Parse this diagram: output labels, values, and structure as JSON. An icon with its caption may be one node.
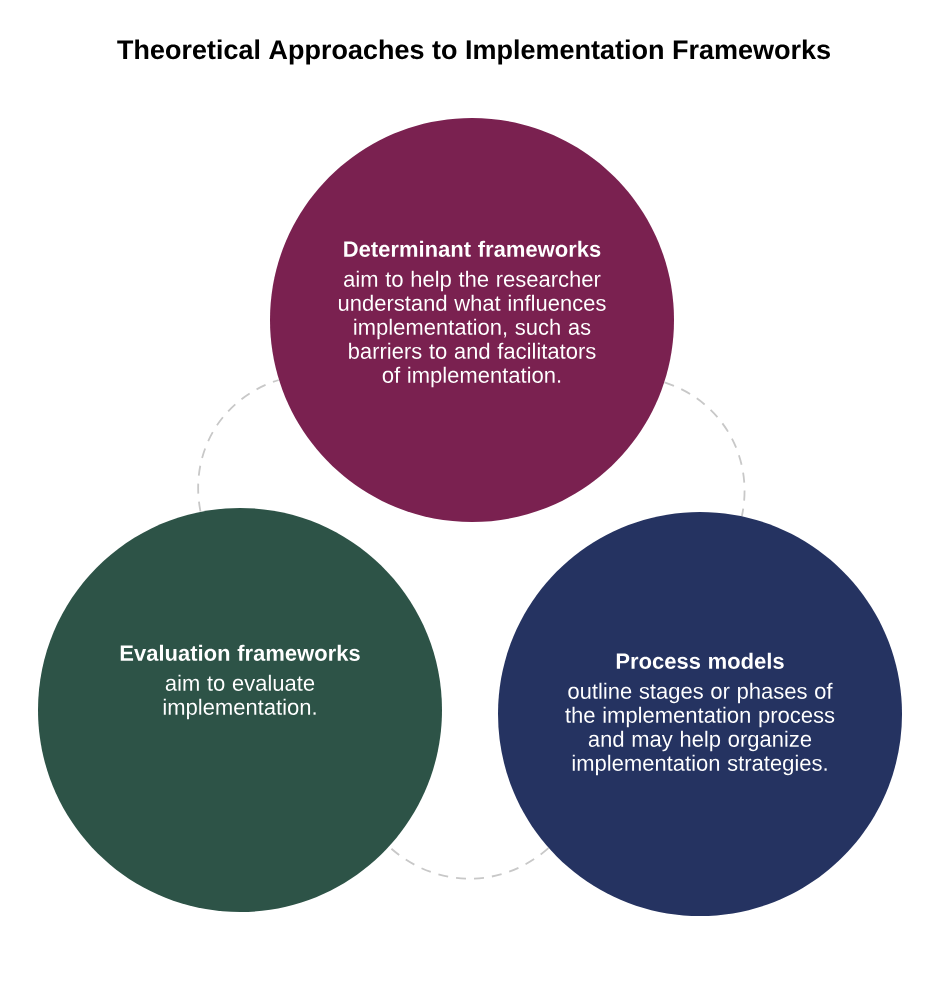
{
  "diagram": {
    "title": "Theoretical Approaches to Implementation Frameworks",
    "nodes": [
      {
        "text": [
          "Determinant frameworks",
          "aim to help the researcher understand what influences implementation, such as barriers to and facilitators of implementation."
        ]
      },
      {
        "text": [
          "Evaluation frameworks",
          "aim to evaluate implementation."
        ]
      },
      {
        "text": [
          "Process models",
          "outline stages or phases of the implementation process and may help organize implementation strategies."
        ]
      }
    ],
    "edges": [
      {
        "from": 0,
        "to": 2,
        "arrow": "none",
        "style": "dashed"
      },
      {
        "from": 2,
        "to": 1,
        "arrow": "none",
        "style": "dashed"
      },
      {
        "from": 1,
        "to": 0,
        "arrow": "none",
        "style": "dashed"
      }
    ]
  }
}
